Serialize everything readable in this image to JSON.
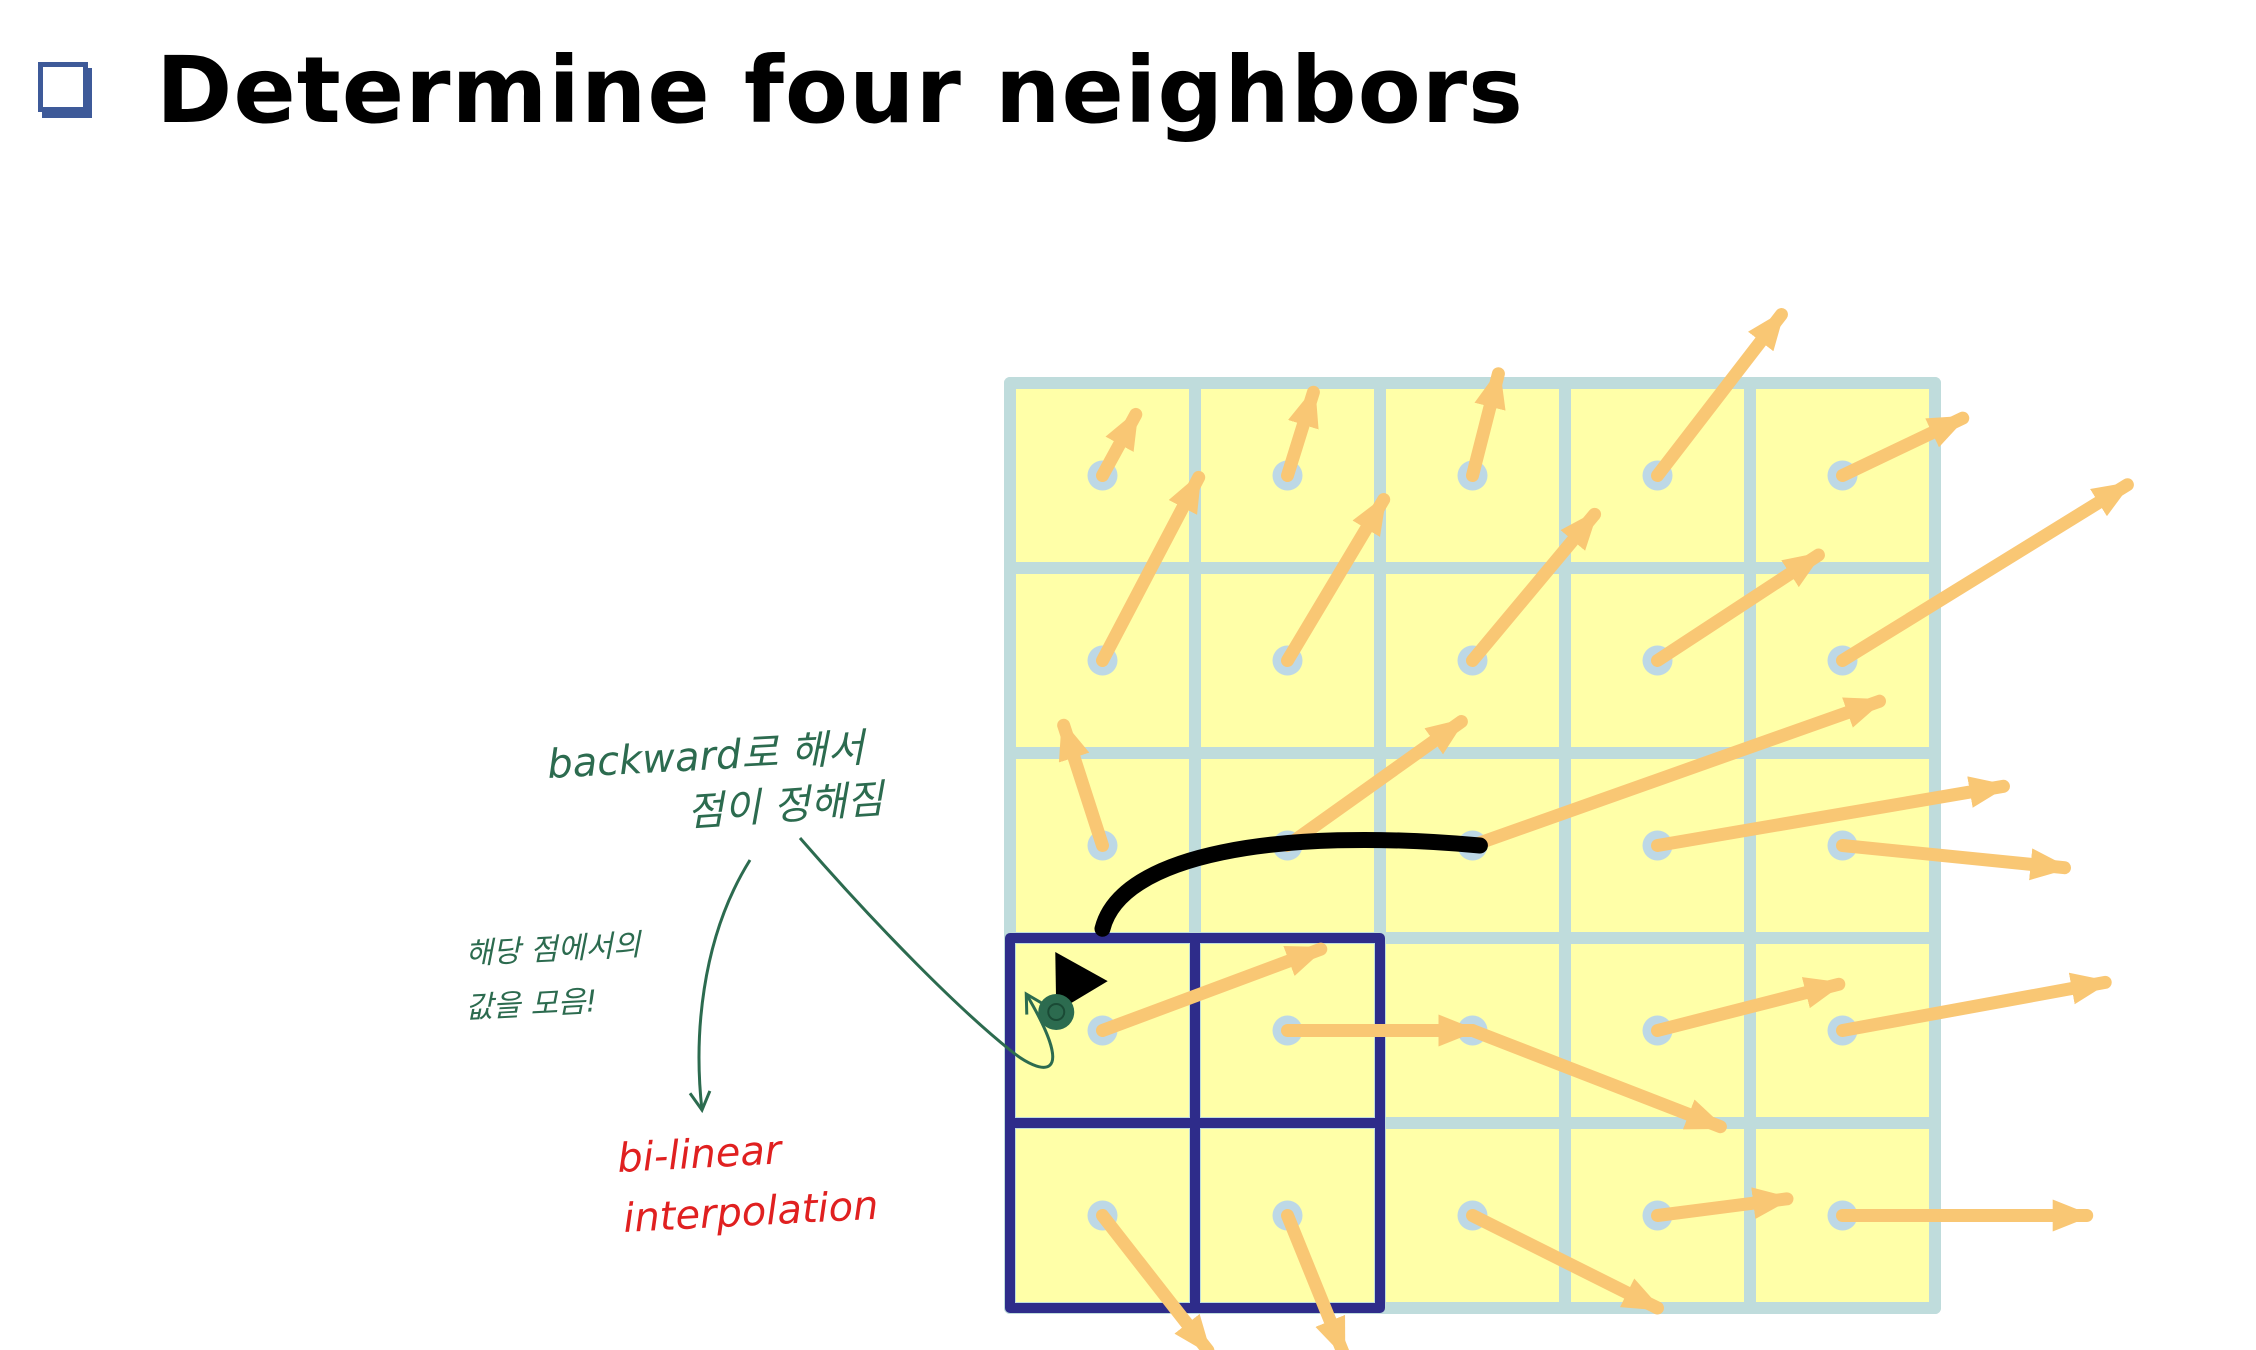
{
  "title": "Determine four neighbors",
  "icons": {
    "bullet": "square-bullet-icon"
  },
  "colors": {
    "cell_fill": "#ffffa8",
    "grid_line": "#bfdcdc",
    "sample_point": "#bdd8e6",
    "flow_arrow": "#f9c774",
    "highlight_grid": "#2e2c8a",
    "backward_arrow": "#000000",
    "annotation_green": "#2c6b4f",
    "annotation_red": "#e02020",
    "target_point": "#2c6b4f"
  },
  "grid": {
    "rows": 5,
    "cols": 5,
    "highlight": {
      "row_start": 3,
      "col_start": 0,
      "rows": 2,
      "cols": 2
    },
    "flow_vectors": [
      [
        [
          0.18,
          -0.33
        ],
        [
          0.14,
          -0.45
        ],
        [
          0.14,
          -0.55
        ],
        [
          0.67,
          -0.87
        ],
        [
          0.65,
          -0.31
        ]
      ],
      [
        [
          0.52,
          -0.99
        ],
        [
          0.52,
          -0.87
        ],
        [
          0.66,
          -0.79
        ],
        [
          0.87,
          -0.57
        ],
        [
          1.54,
          -0.95
        ]
      ],
      [
        [
          -0.21,
          -0.65
        ],
        [
          0.94,
          -0.67
        ],
        [
          2.2,
          -0.78
        ],
        [
          1.87,
          -0.32
        ],
        [
          1.2,
          0.12
        ]
      ],
      [
        [
          1.18,
          -0.44
        ],
        [
          1.0,
          0.0
        ],
        [
          1.34,
          0.52
        ],
        [
          0.98,
          -0.25
        ],
        [
          1.42,
          -0.26
        ]
      ],
      [
        [
          0.57,
          0.73
        ],
        [
          0.3,
          0.74
        ],
        [
          1.0,
          0.5
        ],
        [
          0.7,
          -0.09
        ],
        [
          1.32,
          0.0
        ]
      ]
    ],
    "target_point": {
      "col": 0.25,
      "row": 3.4
    }
  },
  "annotations": {
    "backward_line1": "backward로 해서",
    "backward_line2": "점이 정해짐",
    "gather_line1": "해당 점에서의",
    "gather_line2": "값을 모음!",
    "method_line1": "bi-linear",
    "method_line2": "interpolation"
  }
}
